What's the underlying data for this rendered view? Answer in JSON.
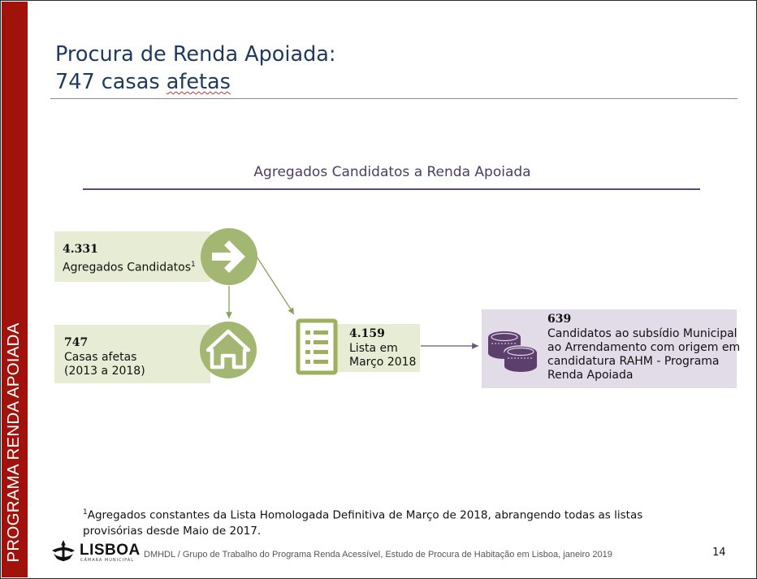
{
  "sidebar": {
    "label": "PROGRAMA RENDA APOIADA"
  },
  "title": {
    "line1": "Procura de Renda Apoiada:",
    "line2_prefix": "747 casas ",
    "line2_underlined": "afetas"
  },
  "subtitle": "Agregados Candidatos a Renda Apoiada",
  "nodes": {
    "candidates": {
      "number": "4.331",
      "label": "Agregados Candidatos",
      "sup": "1",
      "icon": "arrow-right-icon"
    },
    "houses": {
      "number": "747",
      "label_line1": "Casas afetas",
      "label_line2": "(2013 a 2018)",
      "icon": "house-icon"
    },
    "list": {
      "number": "4.159",
      "label_line1": "Lista em",
      "label_line2": "Março 2018",
      "icon": "list-icon"
    },
    "subsidy": {
      "number": "639",
      "lines": [
        "Candidatos ao subsídio Municipal",
        "ao Arrendamento com origem em",
        "candidatura RAHM - Programa",
        "Renda Apoiada"
      ],
      "icon": "coins-icon"
    }
  },
  "footnote": {
    "sup": "1",
    "line1": "Agregados constantes da Lista Homologada Definitiva de Março de 2018, abrangendo todas as listas",
    "line2": "provisórias desde Maio de 2017."
  },
  "logo": {
    "name": "LISBOA",
    "sub": "CÂMARA MUNICIPAL"
  },
  "footer": {
    "text": "DMHDL / Grupo de Trabalho do Programa Renda Acessível, Estudo de Procura de Habitação em Lisboa, janeiro 2019"
  },
  "page_number": "14",
  "colors": {
    "sidebar": "#a0120b",
    "title": "#1e3a5f",
    "green": "#a3b672",
    "green_box": "#e6edd4",
    "purple_box": "#e2dbe8",
    "purple_icon": "#5d3f6d",
    "accent_line": "#5c4a7c"
  }
}
